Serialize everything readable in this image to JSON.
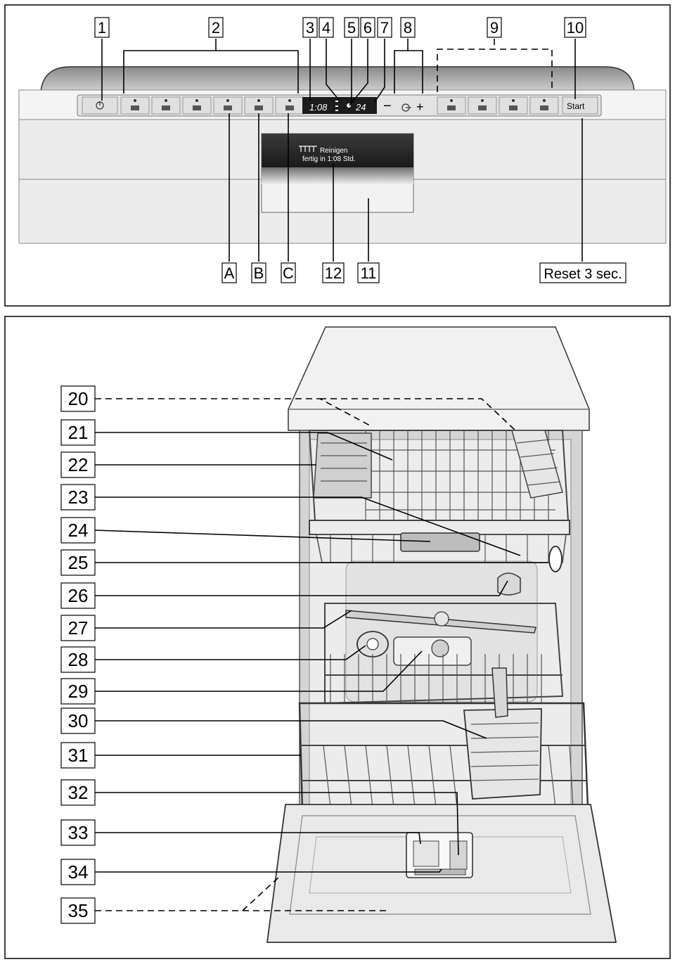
{
  "panel": {
    "callouts_top": [
      "1",
      "2",
      "3",
      "4",
      "5",
      "6",
      "7",
      "8",
      "9",
      "10"
    ],
    "callouts_bottom": [
      "A",
      "B",
      "C",
      "12",
      "11"
    ],
    "reset_label": "Reset 3 sec.",
    "start_label": "Start",
    "display_left": "1:08",
    "display_right": "24",
    "minus": "−",
    "plus": "+",
    "screen_line1": "Reinigen",
    "screen_line2": "fertig in 1:08 Std."
  },
  "interior": {
    "callouts": [
      "20",
      "21",
      "22",
      "23",
      "24",
      "25",
      "26",
      "27",
      "28",
      "29",
      "30",
      "31",
      "32",
      "33",
      "34",
      "35"
    ]
  }
}
